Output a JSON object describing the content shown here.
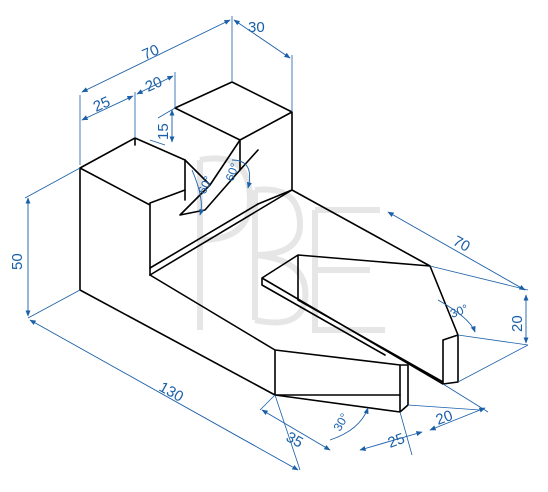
{
  "drawing": {
    "dimensions": {
      "overall_length": "130",
      "overall_height": "50",
      "top_width": "70",
      "block_depth": "30",
      "left_step": "25",
      "slot_width": "20",
      "slot_depth": "15",
      "slot_angle_left": "60°",
      "slot_angle_right": "60°",
      "arm_length": "70",
      "arm_height": "20",
      "arm_angle": "30°",
      "front_chamfer_length": "35",
      "front_chamfer_angle": "30°",
      "front_offset": "25",
      "front_end_width": "20"
    },
    "colors": {
      "object_lines": "#000000",
      "dimension_lines": "#1a5fa8",
      "watermark": "#e6e6e6"
    }
  }
}
